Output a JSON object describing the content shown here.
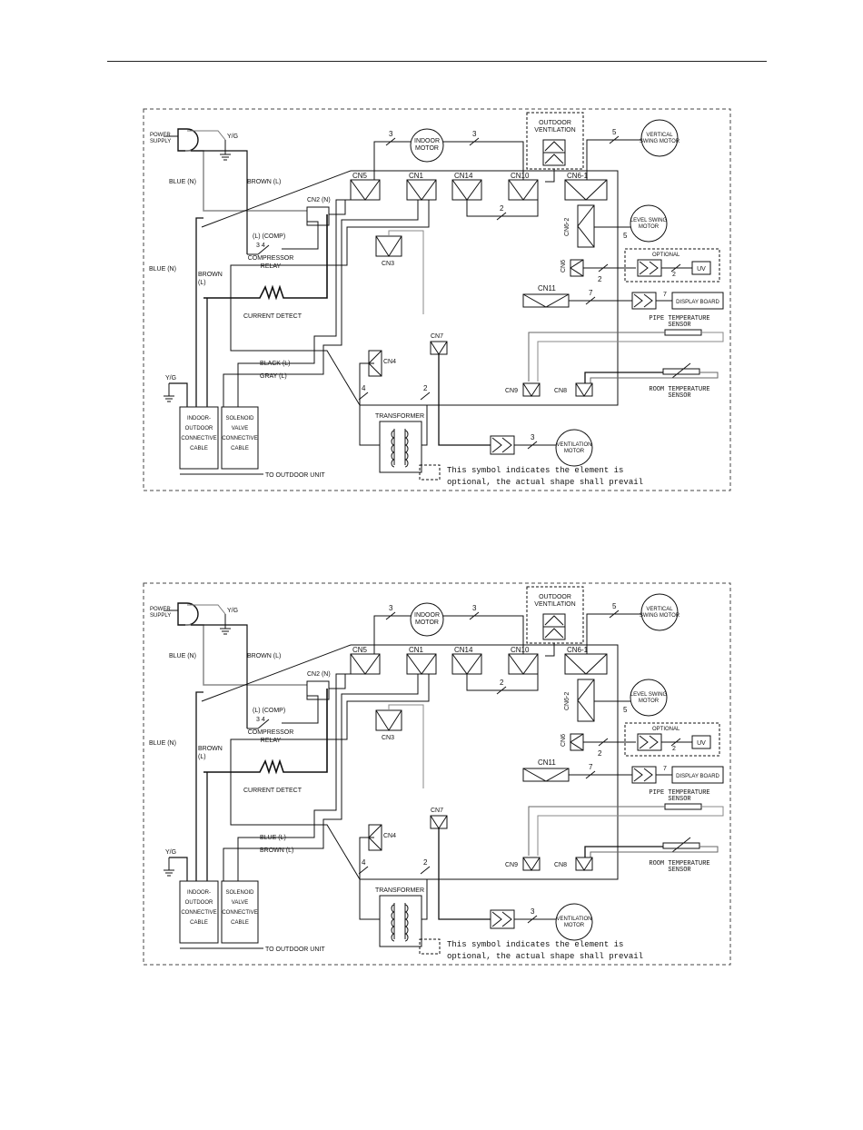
{
  "diagrams": [
    {
      "labels": {
        "power_supply": [
          "POWER",
          "SUPPLY"
        ],
        "yg_top": "Y/G",
        "blue_n_top": "BLUE (N)",
        "brown_l_top": "BROWN (L)",
        "blue_n_left": "BLUE (N)",
        "brown_l_left": [
          "BROWN",
          "(L)"
        ],
        "cn2": "CN2 (N)",
        "relay_pins": "(L)   (COMP)",
        "relay_nums": "3        4",
        "relay": [
          "COMPRESSOR",
          "RELAY"
        ],
        "current_detect": "CURRENT DETECT",
        "wire_1": "BLACK (L)",
        "wire_2": "GRAY (L)",
        "yg_bottom": "Y/G",
        "indoor_cable": [
          "INDOOR-",
          "OUTDOOR",
          "CONNECTIVE",
          "CABLE"
        ],
        "solenoid_cable": [
          "SOLENOID",
          "VALVE",
          "CONNECTIVE",
          "CABLE"
        ],
        "to_outdoor": "TO OUTDOOR UNIT",
        "indoor_motor": [
          "INDOOR",
          "MOTOR"
        ],
        "outdoor_ventilation": [
          "OUTDOOR",
          "VENTILATION"
        ],
        "vertical_swing": [
          "VERTICAL",
          "SWING MOTOR"
        ],
        "level_swing": [
          "LEVEL SWING",
          "MOTOR"
        ],
        "cn5": "CN5",
        "cn1": "CN1",
        "cn14": "CN14",
        "cn10": "CN10",
        "cn6_1": "CN6-1",
        "cn6_2": "CN6-2",
        "cn3": "CN3",
        "cn6": "CN6",
        "cn11": "CN11",
        "cn4": "CN4",
        "cn7": "CN7",
        "cn9": "CN9",
        "cn8": "CN8",
        "optional": "OPTIONAL",
        "uv": "UV",
        "display_board": "DISPLAY BOARD",
        "pipe_sensor": [
          "PIPE TEMPERATURE",
          "SENSOR"
        ],
        "room_sensor": [
          "ROOM TEMPERATURE",
          "SENSOR"
        ],
        "transformer": "TRANSFORMER",
        "ventilation_motor": [
          "VENTILATION",
          "MOTOR"
        ],
        "note": [
          "This symbol indicates the element is",
          "optional, the actual shape shall prevail"
        ],
        "n3a": "3",
        "n3b": "3",
        "n5a": "5",
        "n5b": "5",
        "n2a": "2",
        "n2b": "2",
        "n2c": "2",
        "n7a": "7",
        "n7b": "7",
        "n4": "4",
        "n2d": "2",
        "n3c": "3"
      }
    },
    {
      "labels": {
        "power_supply": [
          "POWER",
          "SUPPLY"
        ],
        "yg_top": "Y/G",
        "blue_n_top": "BLUE (N)",
        "brown_l_top": "BROWN (L)",
        "blue_n_left": "BLUE (N)",
        "brown_l_left": [
          "BROWN",
          "(L)"
        ],
        "cn2": "CN2 (N)",
        "relay_pins": "(L)   (COMP)",
        "relay_nums": "3        4",
        "relay": [
          "COMPRESSOR",
          "RELAY"
        ],
        "current_detect": "CURRENT DETECT",
        "wire_1": "BLUE (L)",
        "wire_2": "BROWN (L)",
        "yg_bottom": "Y/G",
        "indoor_cable": [
          "INDOOR-",
          "OUTDOOR",
          "CONNECTIVE",
          "CABLE"
        ],
        "solenoid_cable": [
          "SOLENOID",
          "VALVE",
          "CONNECTIVE",
          "CABLE"
        ],
        "to_outdoor": "TO OUTDOOR UNIT",
        "indoor_motor": [
          "INDOOR",
          "MOTOR"
        ],
        "outdoor_ventilation": [
          "OUTDOOR",
          "VENTILATION"
        ],
        "vertical_swing": [
          "VERTICAL",
          "SWING MOTOR"
        ],
        "level_swing": [
          "LEVEL SWING",
          "MOTOR"
        ],
        "cn5": "CN5",
        "cn1": "CN1",
        "cn14": "CN14",
        "cn10": "CN10",
        "cn6_1": "CN6-1",
        "cn6_2": "CN6-2",
        "cn3": "CN3",
        "cn6": "CN6",
        "cn11": "CN11",
        "cn4": "CN4",
        "cn7": "CN7",
        "cn9": "CN9",
        "cn8": "CN8",
        "optional": "OPTIONAL",
        "uv": "UV",
        "display_board": "DISPLAY BOARD",
        "pipe_sensor": [
          "PIPE TEMPERATURE",
          "SENSOR"
        ],
        "room_sensor": [
          "ROOM TEMPERATURE",
          "SENSOR"
        ],
        "transformer": "TRANSFORMER",
        "ventilation_motor": [
          "VENTILATION",
          "MOTOR"
        ],
        "note": [
          "This symbol indicates the element is",
          "optional, the actual shape shall prevail"
        ],
        "n3a": "3",
        "n3b": "3",
        "n5a": "5",
        "n5b": "5",
        "n2a": "2",
        "n2b": "2",
        "n2c": "2",
        "n7a": "7",
        "n7b": "7",
        "n4": "4",
        "n2d": "2",
        "n3c": "3"
      }
    }
  ]
}
